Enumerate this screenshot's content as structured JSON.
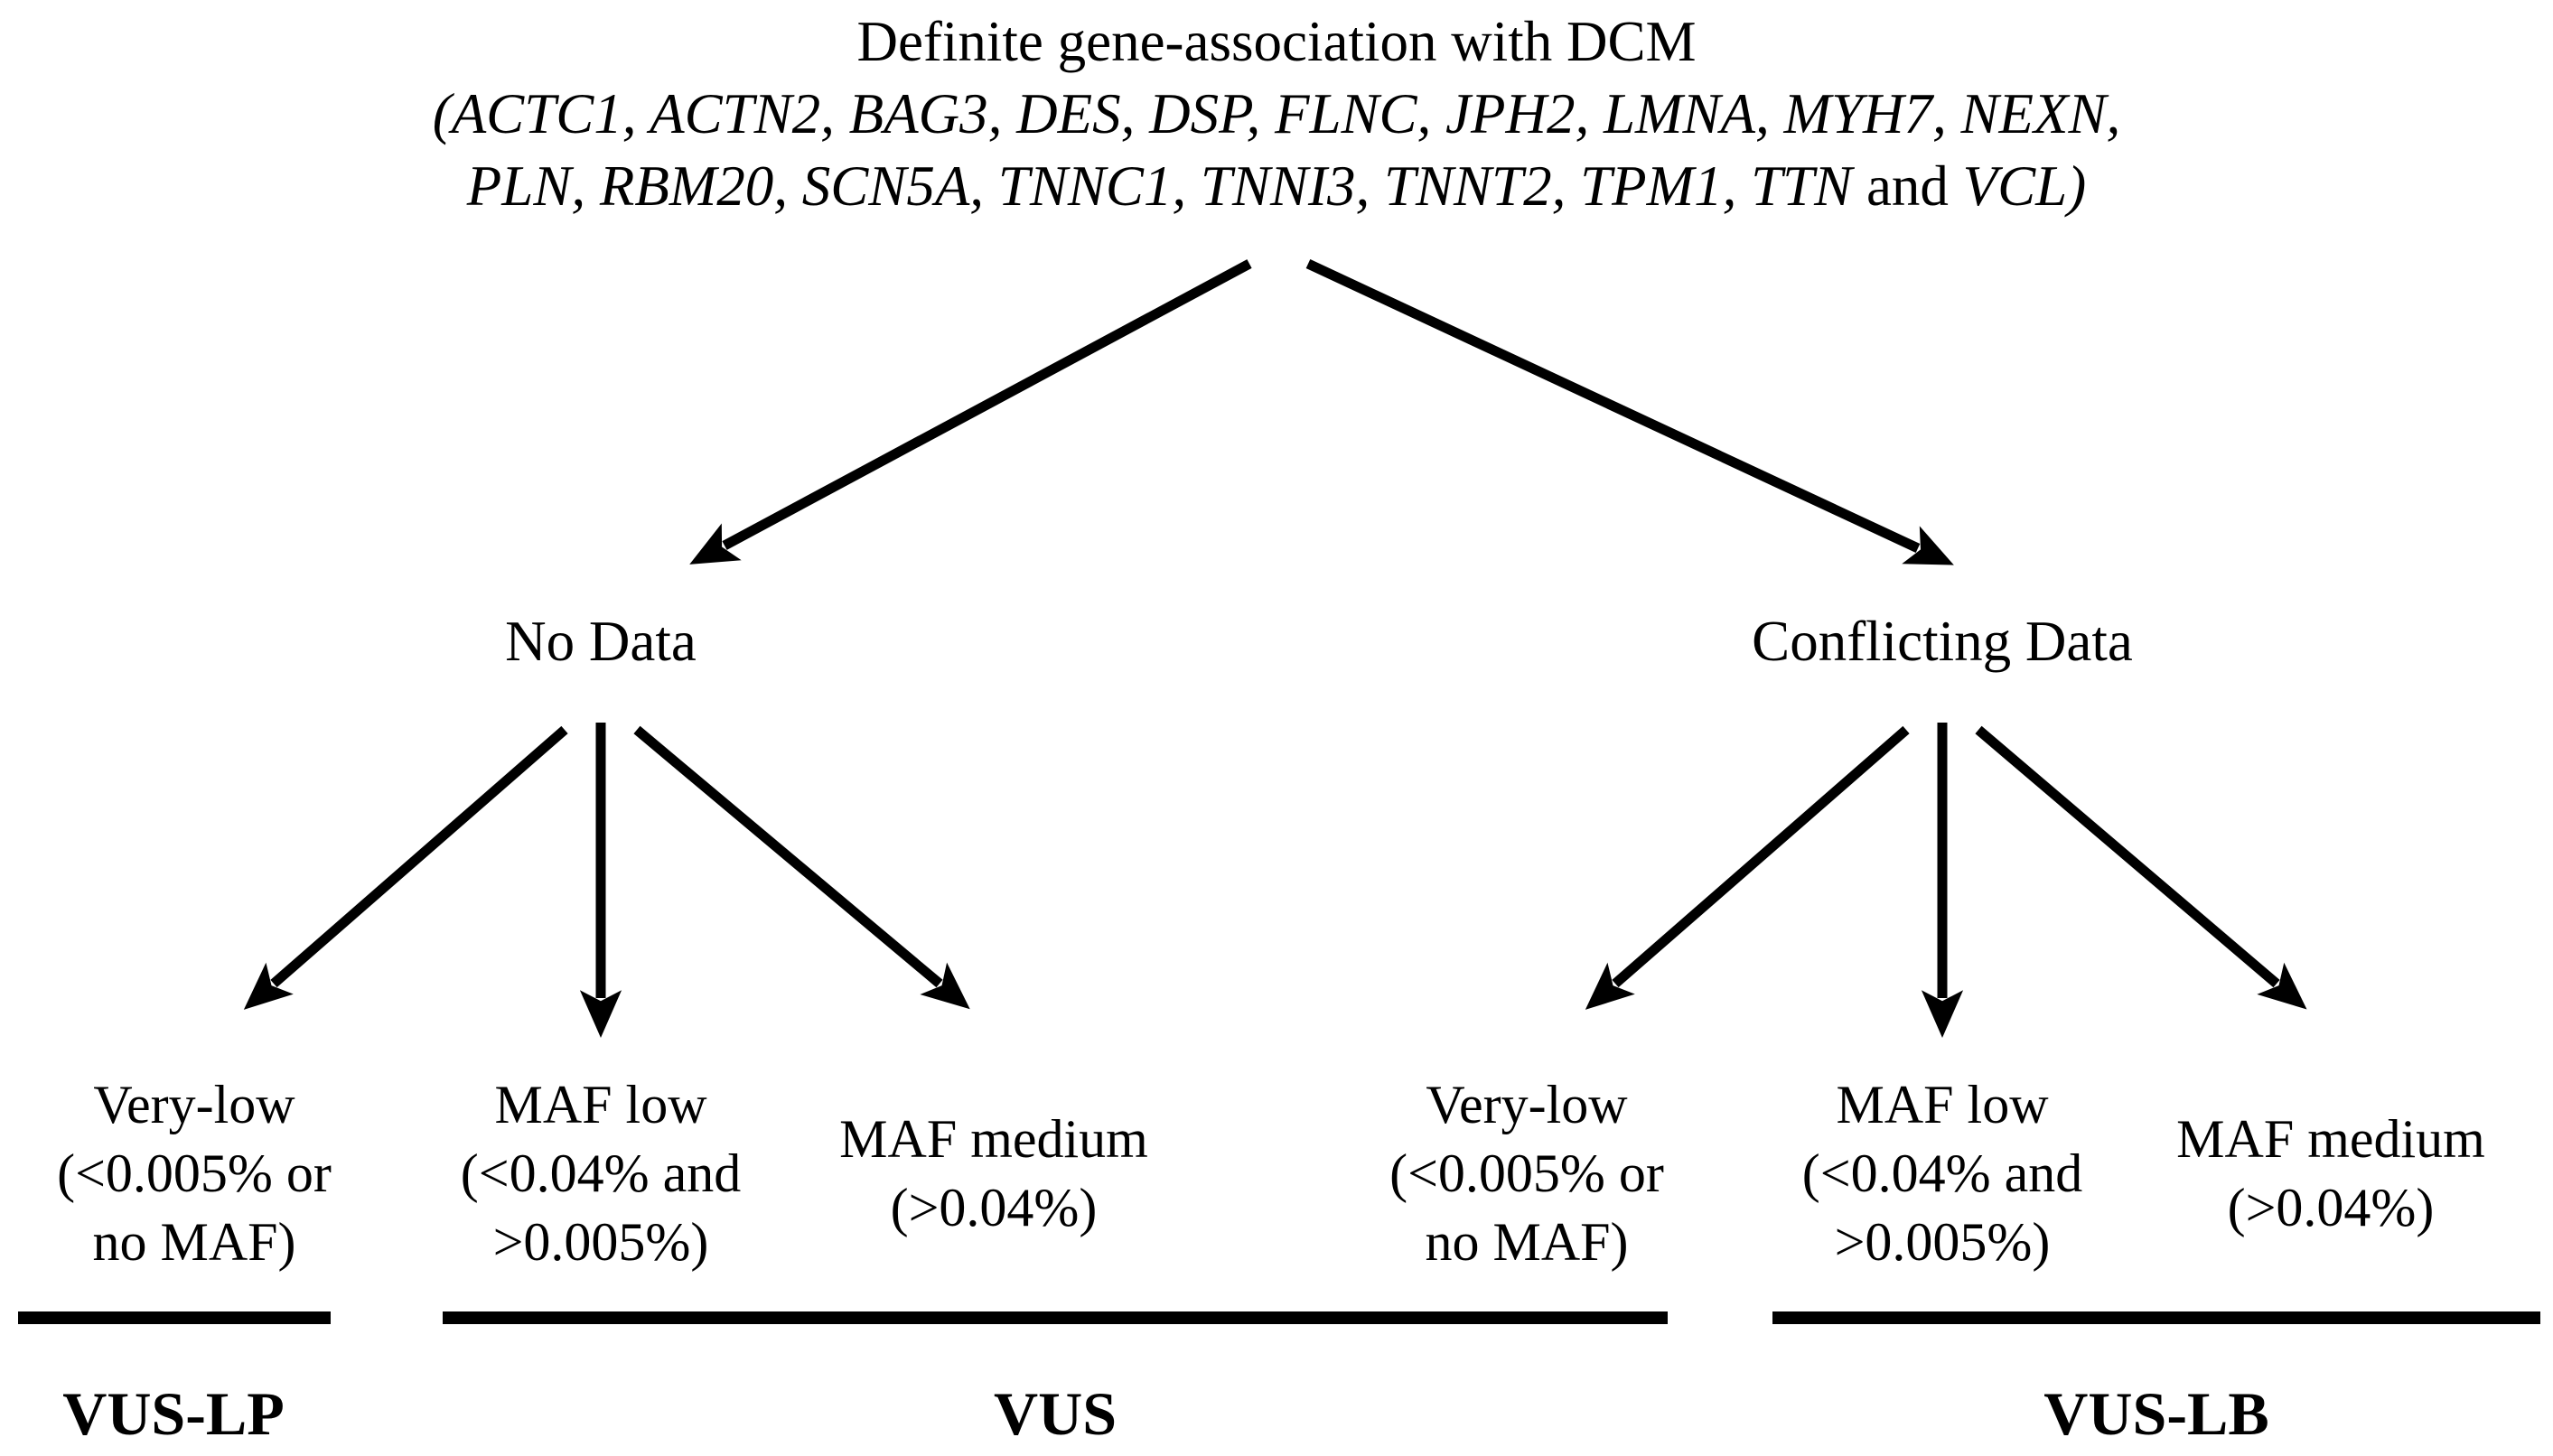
{
  "root": {
    "title": "Definite gene-association with DCM",
    "genes_line_1": "(ACTC1, ACTN2, BAG3, DES, DSP, FLNC, JPH2, LMNA, MYH7, NEXN,",
    "genes_line_2_genes": "PLN, RBM20, SCN5A, TNNC1, TNNI3, TNNT2, TPM1, TTN",
    "genes_line_2_conjunction": " and ",
    "genes_line_2_last_gene": "VCL)"
  },
  "branches": {
    "no_data": {
      "label": "No Data"
    },
    "conflicting_data": {
      "label": "Conflicting Data"
    }
  },
  "leaves": {
    "no_data": [
      {
        "name": "very-low",
        "lines": [
          "Very-low",
          "(<0.005% or",
          "no MAF)"
        ]
      },
      {
        "name": "maf-low",
        "lines": [
          "MAF low",
          "(<0.04% and",
          ">0.005%)"
        ]
      },
      {
        "name": "maf-medium",
        "lines": [
          "MAF medium",
          "(>0.04%)"
        ]
      }
    ],
    "conflicting_data": [
      {
        "name": "very-low",
        "lines": [
          "Very-low",
          "(<0.005% or",
          "no MAF)"
        ]
      },
      {
        "name": "maf-low",
        "lines": [
          "MAF low",
          "(<0.04% and",
          ">0.005%)"
        ]
      },
      {
        "name": "maf-medium",
        "lines": [
          "MAF medium",
          "(>0.04%)"
        ]
      }
    ]
  },
  "classifications": {
    "vus_lp": "VUS-LP",
    "vus": "VUS",
    "vus_lb": "VUS-LB"
  },
  "colors": {
    "background": "#ffffff",
    "ink": "#000000"
  }
}
